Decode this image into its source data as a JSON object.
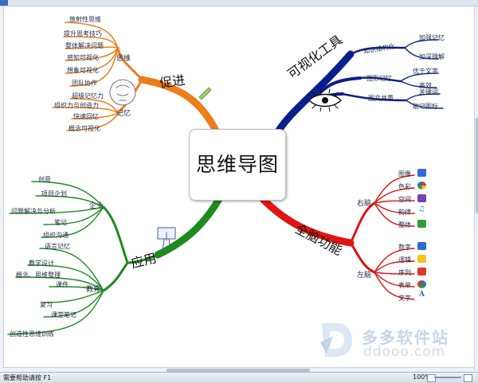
{
  "status_bar": {
    "text": "需要帮助请按 F1",
    "zoom": "100%"
  },
  "center_topic": "思维导图",
  "branches": {
    "promote": {
      "label": "促进",
      "color": "#ef7d1a",
      "thinking": {
        "label": "思维",
        "items": [
          "放射性思维",
          "提升思考技巧",
          "整体解决问题",
          "感知可视化",
          "想象可视化",
          "团队协作"
        ]
      },
      "memory": {
        "label": "记忆",
        "items": [
          "超级记忆力",
          "组织力与创造力",
          "快速回忆",
          "概念可视化"
        ]
      }
    },
    "visual": {
      "label": "可视化工具",
      "color": "#0b1f8a",
      "knowledge": {
        "label": "知识结构化",
        "items": [
          "加强记忆",
          "加深理解"
        ]
      },
      "graphic": {
        "label": "图形记忆",
        "items": [
          "优于文字",
          "高效"
        ]
      },
      "imgtext": {
        "label": "图文并重",
        "items": [
          "关键词",
          "助记图标"
        ]
      }
    },
    "apply": {
      "label": "应用",
      "color": "#1e8a1e",
      "enterprise": {
        "label": "企业",
        "items": [
          "创意",
          "项目企划",
          "问题解决与分析",
          "笔记",
          "组织沟通"
        ]
      },
      "education": {
        "label": "教育",
        "items": [
          "语言记忆",
          "教学设计",
          "概念、思维整理",
          "课件",
          "复习",
          "课堂笔记",
          "创造性思维训练"
        ]
      }
    },
    "brain": {
      "label": "全脑功能",
      "color": "#e01414",
      "right": {
        "label": "右脑",
        "items": [
          "图像",
          "色彩",
          "空间",
          "韵律",
          "整体"
        ]
      },
      "left": {
        "label": "左脑",
        "items": [
          "数字",
          "逻辑",
          "序列",
          "表单",
          "文字"
        ]
      }
    }
  },
  "watermark": {
    "name": "多多软件站",
    "url": "ddooo.com"
  },
  "icon_colors": {
    "blue": "#2f6bd6",
    "red": "#d83a2a",
    "green": "#2f9b3a",
    "yellow": "#f0c419",
    "purple": "#7a3fb0"
  }
}
